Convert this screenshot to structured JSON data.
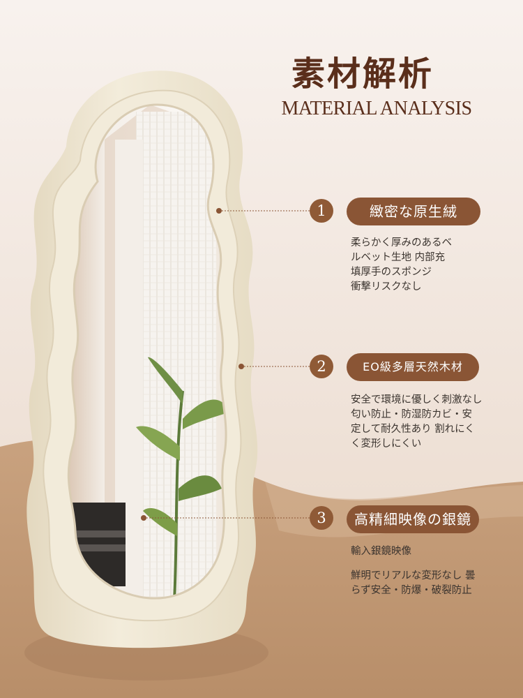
{
  "header": {
    "title_jp": "素材解析",
    "title_en": "MATERIAL ANALYSIS"
  },
  "features": [
    {
      "number": "1",
      "label": "緻密な原生絨",
      "lines": [
        "柔らかく厚みのあるベ",
        "ルベット生地 内部充",
        "填厚手のスポンジ",
        "衝撃リスクなし"
      ]
    },
    {
      "number": "2",
      "label": "EO級多層天然木材",
      "lines": [
        "安全で環境に優しく刺激なし",
        "匂い防止・防湿防カビ・安",
        "定して耐久性あり 割れにく",
        "く変形しにくい"
      ]
    },
    {
      "number": "3",
      "label": "高精細映像の銀鏡",
      "lines": [
        "輸入銀鏡映像",
        "鮮明でリアルな変形なし 曇",
        "らず安全・防爆・破裂防止"
      ]
    }
  ],
  "colors": {
    "accent": "#8a5535",
    "title": "#5a2e1b",
    "frame": "#efe7d3",
    "background": "#f5ece4"
  }
}
